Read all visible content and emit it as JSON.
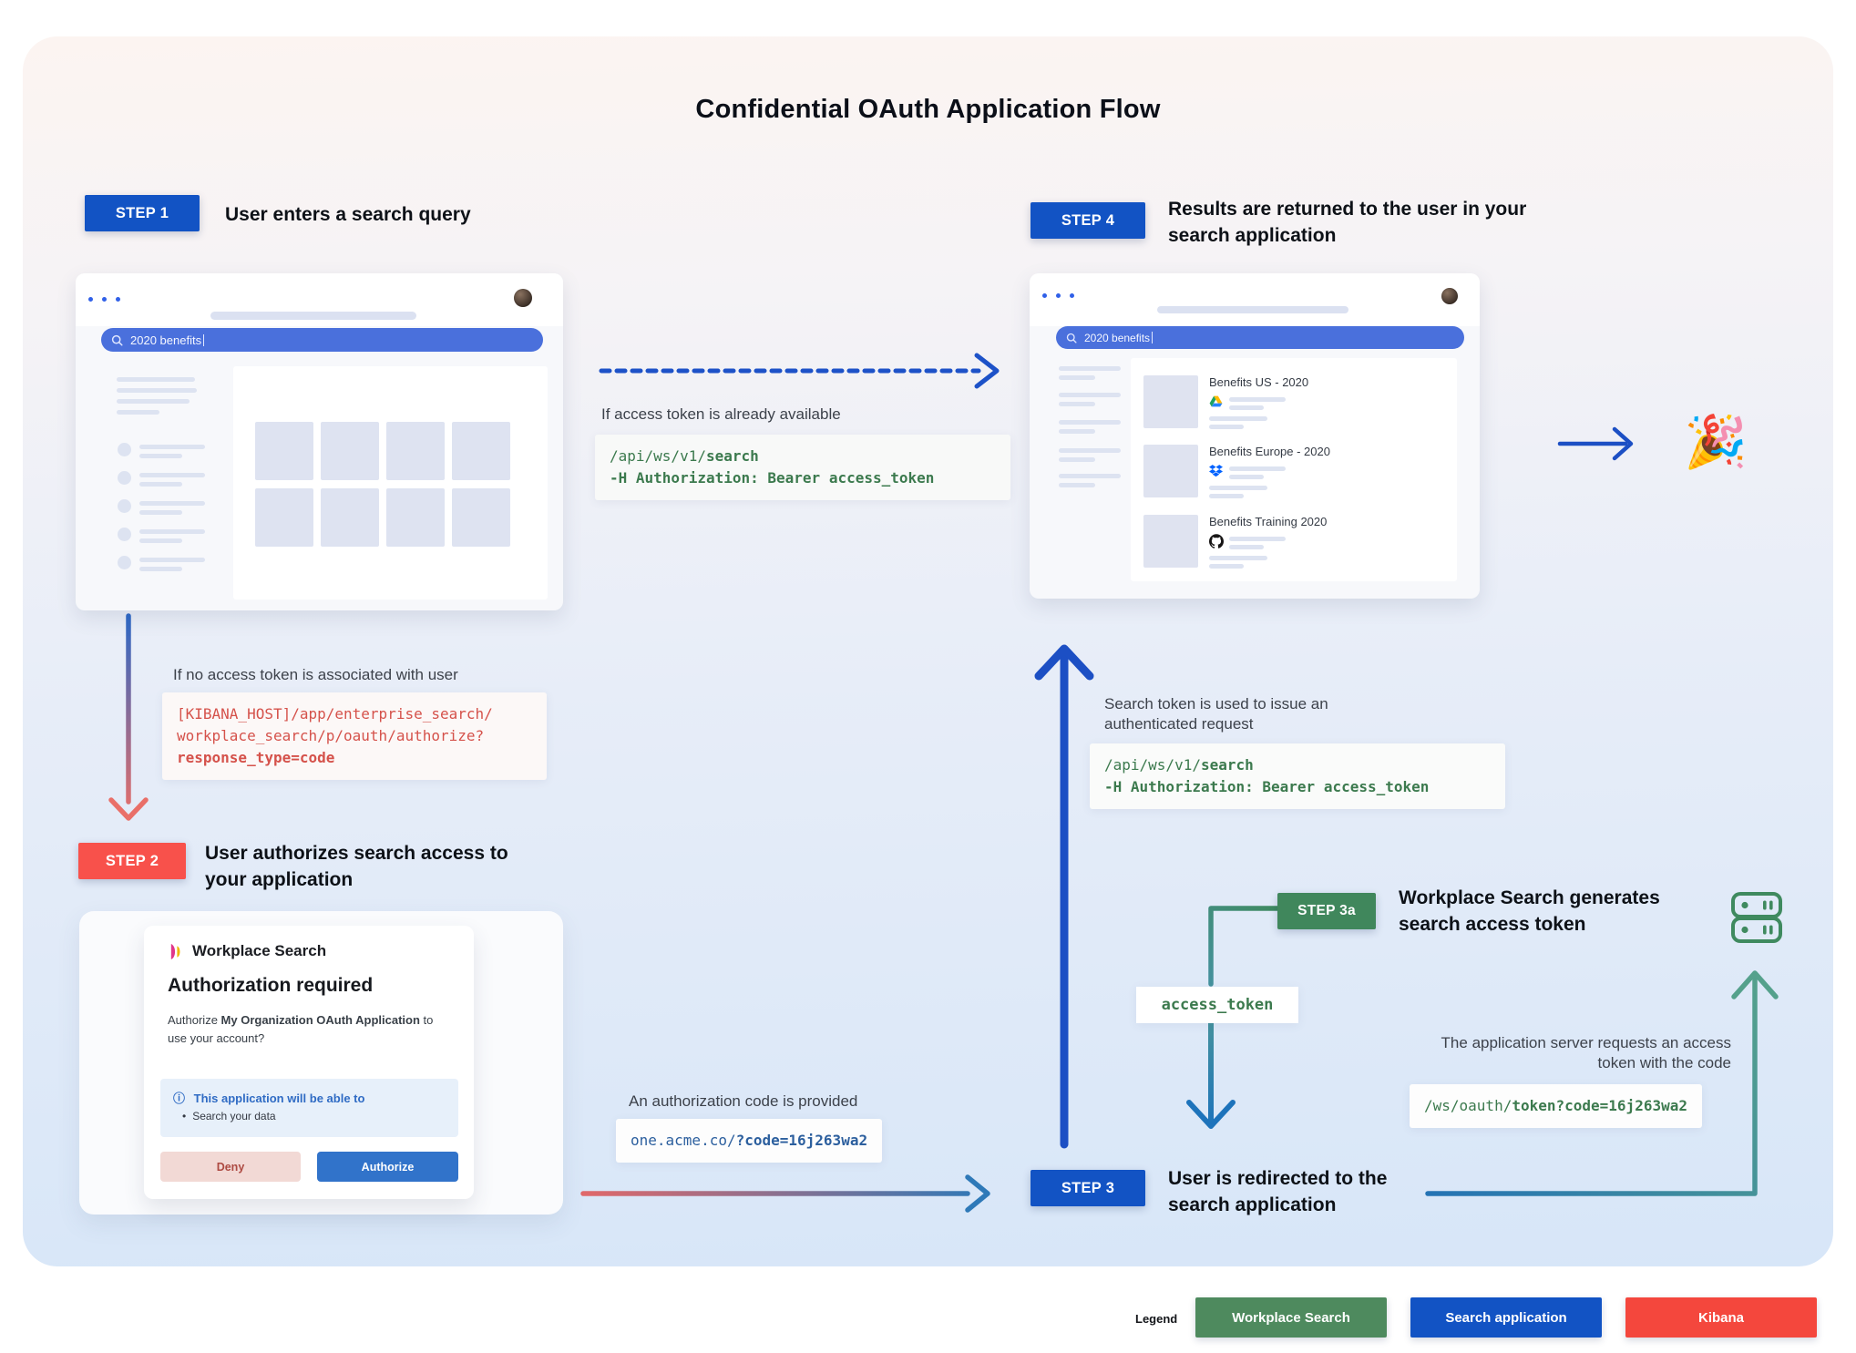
{
  "title": "Confidential OAuth Application Flow",
  "steps": {
    "s1": {
      "badge": "STEP 1",
      "heading": "User enters a search query"
    },
    "s2": {
      "badge": "STEP 2",
      "heading": "User authorizes search access to your application"
    },
    "s3": {
      "badge": "STEP 3",
      "heading": "User is redirected to the search application"
    },
    "s3a": {
      "badge": "STEP 3a",
      "heading": "Workplace Search generates search access token"
    },
    "s4": {
      "badge": "STEP 4",
      "heading": "Results are returned to the user in your search application"
    }
  },
  "browsers": {
    "query": "2020 benefits",
    "results": [
      {
        "title": "Benefits US - 2020",
        "source": "google-drive"
      },
      {
        "title": "Benefits Europe - 2020",
        "source": "dropbox"
      },
      {
        "title": "Benefits Training 2020",
        "source": "github"
      }
    ]
  },
  "labels": {
    "token_available": "If access token is already available",
    "no_token": "If no access token is associated with user",
    "auth_code": "An authorization code is provided",
    "search_token": "Search token is used to issue an authenticated request",
    "app_server": "The application server requests an access token with the code",
    "celebration_emoji": "🎉"
  },
  "codes": {
    "search_request": {
      "pre": "/api/ws/v1/",
      "bold": "search",
      "line2_bold": "-H Authorization: Bearer access_token"
    },
    "authorize_url": {
      "line1": "[KIBANA_HOST]/app/enterprise_search/",
      "line2": "workplace_search/p/oauth/authorize?",
      "line3_bold": "response_type=code"
    },
    "redirect_url": {
      "pre": "one.acme.co/",
      "bold": "?code=16j263wa2"
    },
    "token_url": {
      "pre": "/ws/oauth/",
      "bold": "token?code=16j263wa2"
    },
    "access_token": "access_token"
  },
  "dialog": {
    "app": "Workplace Search",
    "heading": "Authorization required",
    "body": {
      "pre": "Authorize ",
      "bold": "My Organization OAuth Application",
      "post": " to use your account?"
    },
    "scope_icon": "ⓘ",
    "scope_title": "This application will be able to",
    "scope_item": "Search your data",
    "deny": "Deny",
    "authorize": "Authorize"
  },
  "legend": {
    "label": "Legend",
    "items": [
      {
        "label": "Workplace Search",
        "color": "#4e8a5e"
      },
      {
        "label": "Search application",
        "color": "#1253c4"
      },
      {
        "label": "Kibana",
        "color": "#f4473d"
      }
    ]
  },
  "colors": {
    "step_blue": "#1253c4",
    "step_red": "#f8514b",
    "step_green": "#40875c",
    "code_green": "#3c7a4e",
    "code_red": "#d5524b",
    "code_blue": "#2c5f9e",
    "search_bar_blue": "#4a70dc",
    "arrow_blue": "#1c4fc4",
    "arrow_teal": "#44919e"
  }
}
